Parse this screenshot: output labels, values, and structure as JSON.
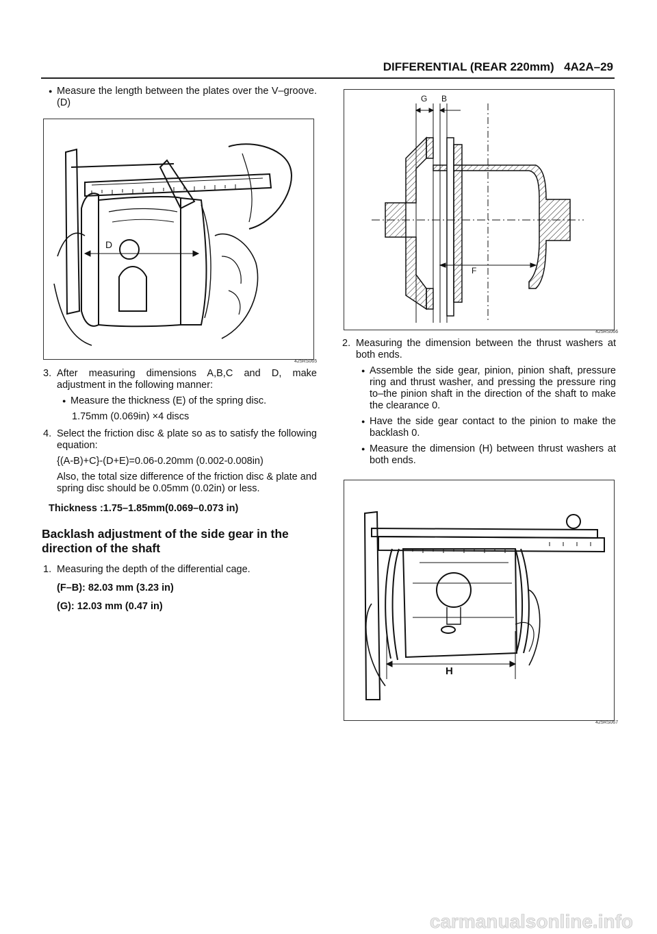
{
  "header": {
    "title": "DIFFERENTIAL (REAR 220mm)",
    "code": "4A2A–29"
  },
  "left": {
    "bullet_d": "Measure the length between the plates over the V–groove. (D)",
    "fig1_id": "425RS065",
    "fig1_label_d": "D",
    "step3": {
      "num": "3.",
      "text": "After measuring dimensions A,B,C and D, make adjustment in the following manner:"
    },
    "step3_bullet": "Measure the thickness (E) of the spring disc.",
    "step3_value": "1.75mm (0.069in) ×4 discs",
    "step4": {
      "num": "4.",
      "text": "Select the friction disc & plate so as to satisfy the following equation:"
    },
    "equation": "{(A-B)+C}-(D+E)=0.06-0.20mm (0.002-0.008in)",
    "also": "Also, the total size difference of the friction disc & plate and spring disc should be 0.05mm (0.02in) or less.",
    "thickness": "Thickness :1.75–1.85mm(0.069–0.073 in)",
    "heading": "Backlash adjustment of the side gear in the direction of the shaft",
    "step1": {
      "num": "1.",
      "text": "Measuring the depth of the differential cage."
    },
    "fb": "(F–B): 82.03 mm (3.23 in)",
    "g": "(G): 12.03 mm (0.47 in)"
  },
  "right": {
    "fig2_id": "425RS066",
    "fig2_labels": {
      "g": "G",
      "b": "B",
      "f": "F"
    },
    "step2": {
      "num": "2.",
      "text": "Measuring the dimension between the thrust washers at both ends."
    },
    "bullets": [
      "Assemble the side gear, pinion, pinion shaft, pressure ring and thrust washer, and pressing the pressure ring to–the pinion shaft in the direction of the shaft to make the clearance 0.",
      "Have the side gear contact to the pinion to make the backlash 0.",
      "Measure the dimension (H) between thrust washers at both ends."
    ],
    "fig3_id": "425RS067",
    "fig3_label_h": "H"
  },
  "footer": {
    "watermark": "carmanualsonline.info"
  }
}
